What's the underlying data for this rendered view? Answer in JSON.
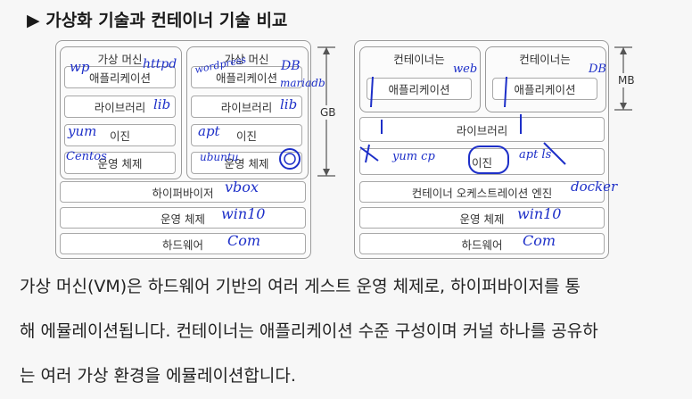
{
  "title": "▶ 가상화 기술과 컨테이너 기술 비교",
  "vm": {
    "col_header": "가상 머신",
    "app": "애플리케이션",
    "lib": "라이브러리",
    "bin": "이진",
    "os": "운영 체제",
    "hypervisor": "하이퍼바이저",
    "host_os": "운영 체제",
    "hardware": "하드웨어",
    "size": "GB"
  },
  "container": {
    "col_header": "컨테이너는",
    "app": "애플리케이션",
    "lib": "라이브러리",
    "bin": "이진",
    "engine": "컨테이너 오케스트레이션 엔진",
    "os": "운영 체제",
    "hardware": "하드웨어",
    "size": "MB"
  },
  "annotations": {
    "wp": "wp",
    "httpd": "httpd",
    "wordpress": "wordpress",
    "db": "DB",
    "mariadb": "mariadb",
    "lib1": "lib",
    "lib2": "lib",
    "yum": "yum",
    "apt": "apt",
    "centos": "Centos",
    "ubuntu": "ubuntu",
    "vbox": "vbox",
    "win10": "win10",
    "com": "Com",
    "web": "web",
    "db2": "DB",
    "cmd_line": "yum cp",
    "cmd_line2": "apt ls",
    "docker": "docker",
    "win10b": "win10",
    "com2": "Com"
  },
  "paragraph": [
    "가상 머신(VM)은 하드웨어 기반의 여러 게스트 운영 체제로, 하이퍼바이저를 통",
    "해 에뮬레이션됩니다. 컨테이너는 애플리케이션 수준 구성이며 커널 하나를 공유하",
    "는 여러 가상 환경을 에뮬레이션합니다."
  ]
}
